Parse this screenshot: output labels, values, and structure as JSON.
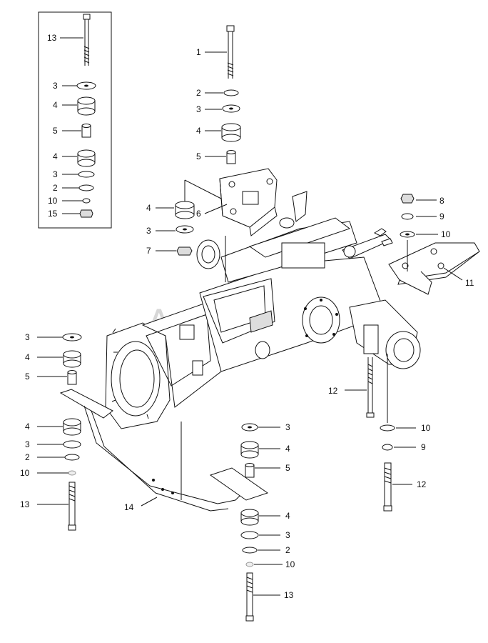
{
  "watermark": "Autosp",
  "labels": {
    "inset_13": "13",
    "inset_3a": "3",
    "inset_4a": "4",
    "inset_5": "5",
    "inset_4b": "4",
    "inset_3b": "3",
    "inset_2": "2",
    "inset_10": "10",
    "inset_15": "15",
    "top_1": "1",
    "top_2": "2",
    "top_3": "3",
    "top_4": "4",
    "top_5": "5",
    "mid_4": "4",
    "mid_6": "6",
    "mid_3": "3",
    "mid_7": "7",
    "right_8": "8",
    "right_9": "9",
    "right_10": "10",
    "right_11": "11",
    "right_12": "12",
    "left_3": "3",
    "left_4a": "4",
    "left_5": "5",
    "left_4b": "4",
    "left_3b": "3",
    "left_2": "2",
    "left_10": "10",
    "left_13": "13",
    "bracket_14": "14",
    "bc_3a": "3",
    "bc_4a": "4",
    "bc_5": "5",
    "bc_4b": "4",
    "bc_3b": "3",
    "bc_2": "2",
    "bc_10": "10",
    "bc_13": "13",
    "br_10": "10",
    "br_9": "9",
    "br_12": "12"
  }
}
